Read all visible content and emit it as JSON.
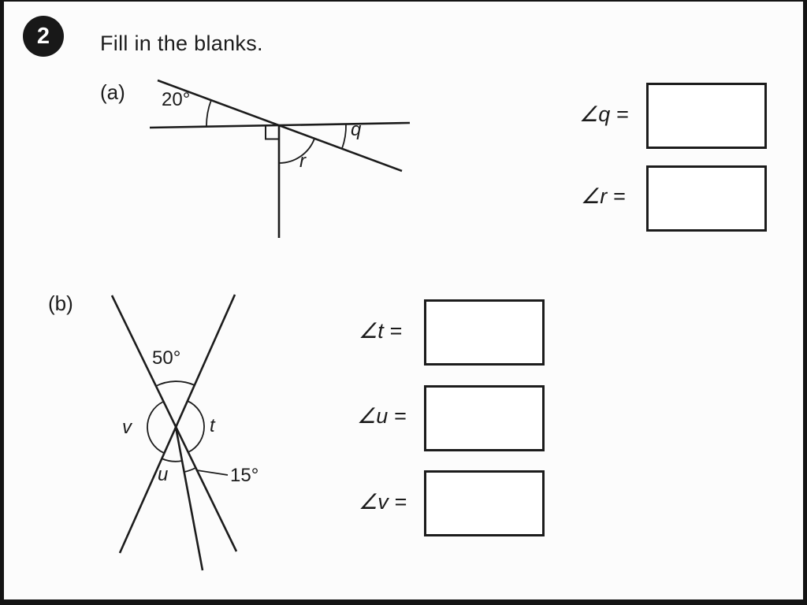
{
  "question": {
    "number": "2",
    "prompt": "Fill in the blanks."
  },
  "part_a": {
    "label": "(a)",
    "diagram": {
      "angle_20_label": "20°",
      "angle_q_label": "q",
      "angle_r_label": "r"
    },
    "answers": [
      {
        "name": "q",
        "label": "∠q =",
        "value": ""
      },
      {
        "name": "r",
        "label": "∠r =",
        "value": ""
      }
    ]
  },
  "part_b": {
    "label": "(b)",
    "diagram": {
      "angle_50_label": "50°",
      "angle_15_label": "15°",
      "angle_t_label": "t",
      "angle_u_label": "u",
      "angle_v_label": "v"
    },
    "answers": [
      {
        "name": "t",
        "label": "∠t =",
        "value": ""
      },
      {
        "name": "u",
        "label": "∠u =",
        "value": ""
      },
      {
        "name": "v",
        "label": "∠v =",
        "value": ""
      }
    ]
  }
}
